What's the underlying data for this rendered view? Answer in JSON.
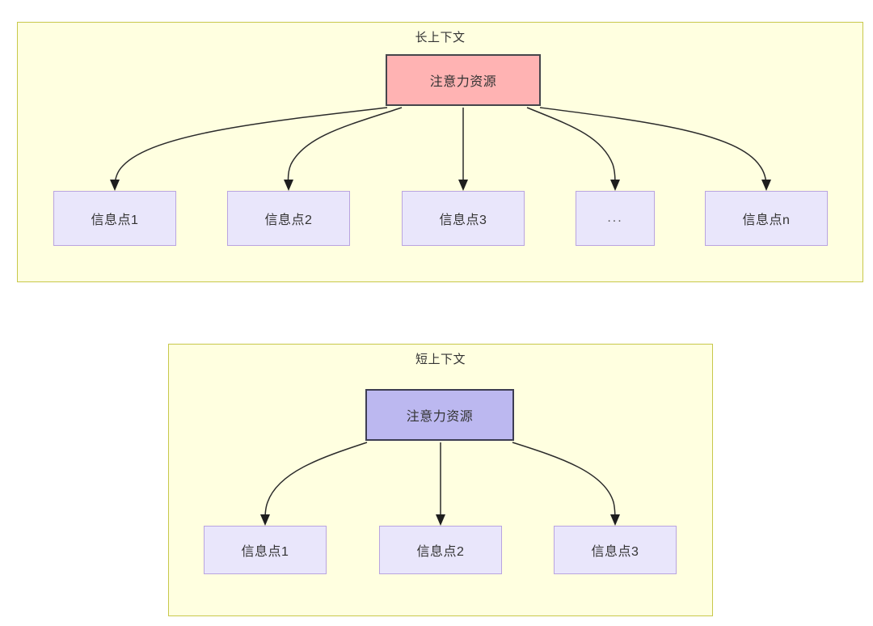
{
  "diagram": {
    "type": "attention-allocation-comparison",
    "background_color": "#ffffff",
    "panel_fill": "#ffffe0",
    "panel_border": "#c8c84b",
    "edge_color": "#2b2b2b",
    "panels": [
      {
        "id": "long-context",
        "title": "长上下文",
        "root": {
          "label": "注意力资源",
          "fill": "#ffb3b3",
          "border": "#46464b"
        },
        "leaves": [
          {
            "label": "信息点1",
            "fill": "#e9e6fb",
            "border": "#b9a4e0"
          },
          {
            "label": "信息点2",
            "fill": "#e9e6fb",
            "border": "#b9a4e0"
          },
          {
            "label": "信息点3",
            "fill": "#e9e6fb",
            "border": "#b9a4e0"
          },
          {
            "label": "...",
            "fill": "#e9e6fb",
            "border": "#b9a4e0"
          },
          {
            "label": "信息点n",
            "fill": "#e9e6fb",
            "border": "#b9a4e0"
          }
        ]
      },
      {
        "id": "short-context",
        "title": "短上下文",
        "root": {
          "label": "注意力资源",
          "fill": "#bcb8f0",
          "border": "#3d3d52"
        },
        "leaves": [
          {
            "label": "信息点1",
            "fill": "#e9e6fb",
            "border": "#b9a4e0"
          },
          {
            "label": "信息点2",
            "fill": "#e9e6fb",
            "border": "#b9a4e0"
          },
          {
            "label": "信息点3",
            "fill": "#e9e6fb",
            "border": "#b9a4e0"
          }
        ]
      }
    ]
  }
}
